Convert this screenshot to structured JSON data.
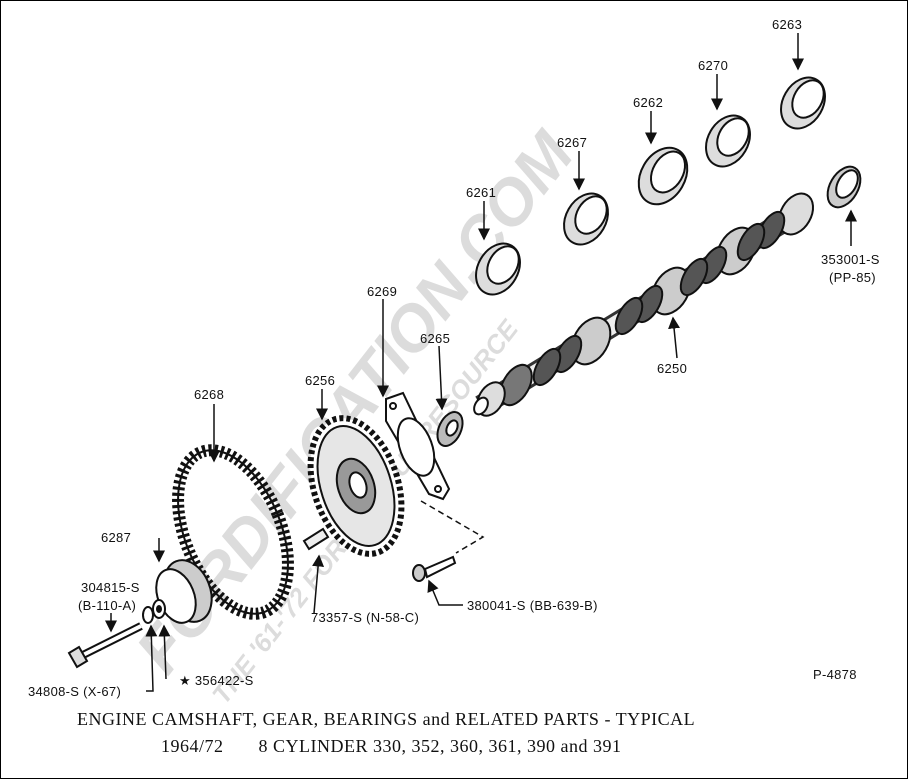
{
  "labels": {
    "bearing_top": "6263",
    "bearing_6270": "6270",
    "bearing_6262": "6262",
    "bearing_6267": "6267",
    "bearing_6261": "6261",
    "seal": "353001-S",
    "seal_code": "(PP-85)",
    "camshaft": "6250",
    "gasket": "6269",
    "washer": "6265",
    "gear": "6256",
    "chain": "6268",
    "pin": "73357-S (N-58-C)",
    "screw": "380041-S (BB-639-B)",
    "spacer": "6287",
    "washer2": "304815-S",
    "washer2_code": "(B-110-A)",
    "bolt": "34808-S (X-67)",
    "star_part": "★ 356422-S",
    "figure_code": "P-4878"
  },
  "caption": {
    "line1": "ENGINE CAMSHAFT, GEAR, BEARINGS and RELATED PARTS - TYPICAL",
    "line2": "1964/72       8 CYLINDER 330, 352, 360, 361, 390 and 391"
  },
  "watermark": {
    "main": "FORDIFICATION.COM",
    "sub": "THE '61-'72 FORD PICKUP RESOURCE"
  }
}
